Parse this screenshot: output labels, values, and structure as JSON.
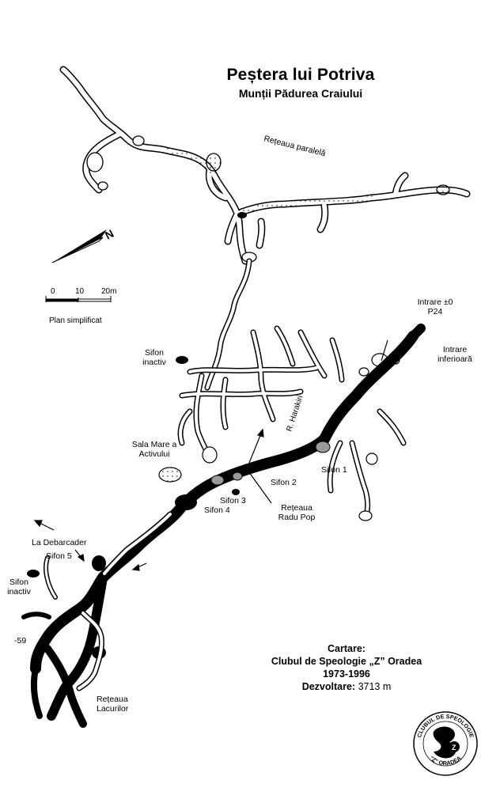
{
  "title": "Peștera lui Potriva",
  "subtitle": "Munții Pădurea Craiului",
  "labels": {
    "retea_paralela": "Rețeaua paralelă",
    "intrare_p24_line1": "Intrare ±0",
    "intrare_p24_line2": "P24",
    "intrare_inf_line1": "Intrare",
    "intrare_inf_line2": "inferioară",
    "sifon_inactiv_top_1": "Sifon",
    "sifon_inactiv_top_2": "inactiv",
    "r_harakiri": "R. Harakiri",
    "sala_mare_1": "Sala Mare a",
    "sala_mare_2": "Activului",
    "sifon1": "Sifon 1",
    "sifon2": "Sifon 2",
    "sifon3": "Sifon 3",
    "sifon4": "Sifon 4",
    "sifon5": "Sifon 5",
    "radu_pop_1": "Rețeaua",
    "radu_pop_2": "Radu Pop",
    "la_debarcader": "La Debarcader",
    "sifon_inactiv_bot_1": "Sifon",
    "sifon_inactiv_bot_2": "inactiv",
    "depth": "-59",
    "lacuri_1": "Rețeaua",
    "lacuri_2": "Lacurilor"
  },
  "scale": {
    "tick0": "0",
    "tick1": "10",
    "tick2": "20m",
    "caption": "Plan simplificat"
  },
  "north_label": "N",
  "credits": {
    "heading": "Cartare:",
    "club": "Clubul de Speologie „Z” Oradea",
    "years": "1973-1996",
    "dev_label": "Dezvoltare:",
    "dev_value": "3713 m"
  },
  "logo_text": {
    "top": "CLUBUL DE SPEOLOGIE",
    "bottom": "\"Z\" ORADEA"
  }
}
